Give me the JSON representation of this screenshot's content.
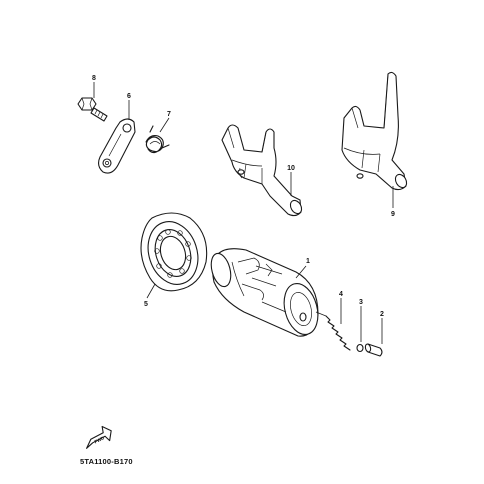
{
  "diagram": {
    "callouts": {
      "c1": "1",
      "c2": "2",
      "c3": "3",
      "c4": "4",
      "c5": "5",
      "c6": "6",
      "c7": "7",
      "c8": "8",
      "c9": "9",
      "c10": "10"
    },
    "fwd_label": "FWD",
    "drawing_code": "5TA1100-B170"
  }
}
